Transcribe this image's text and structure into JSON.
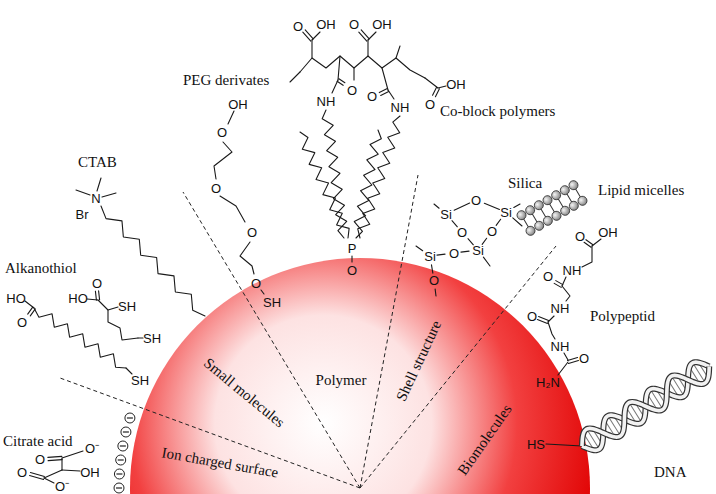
{
  "diagram": {
    "nodes": [
      {
        "text": [
          "Ion charged surface",
          "Small molecules",
          "Polymer",
          "Shell structure",
          "Biomolecules"
        ]
      }
    ],
    "labels": [
      "Citrate acid",
      "Alkanothiol",
      "CTAB",
      "PEG derivates",
      "Co-block polymers",
      "Silica",
      "Lipid micelles",
      "Polypeptid",
      "DNA",
      "O⁻",
      "O",
      "OH",
      "O",
      "O⁻",
      "HO",
      "O",
      "SH",
      "HO",
      "O",
      "SH",
      "SH",
      "N",
      "Br",
      "OH",
      "O",
      "O",
      "O",
      "O",
      "SH",
      "O",
      "OH",
      "O",
      "OH",
      "O",
      "OH",
      "O",
      "NH",
      "O",
      "NH",
      "P",
      "O",
      "Si",
      "Si",
      "Si",
      "Si",
      "O",
      "O",
      "O",
      "O",
      "O",
      "OH",
      "O",
      "NH",
      "O",
      "NH",
      "O",
      "NH",
      "O",
      "H₂N",
      "HS"
    ]
  }
}
